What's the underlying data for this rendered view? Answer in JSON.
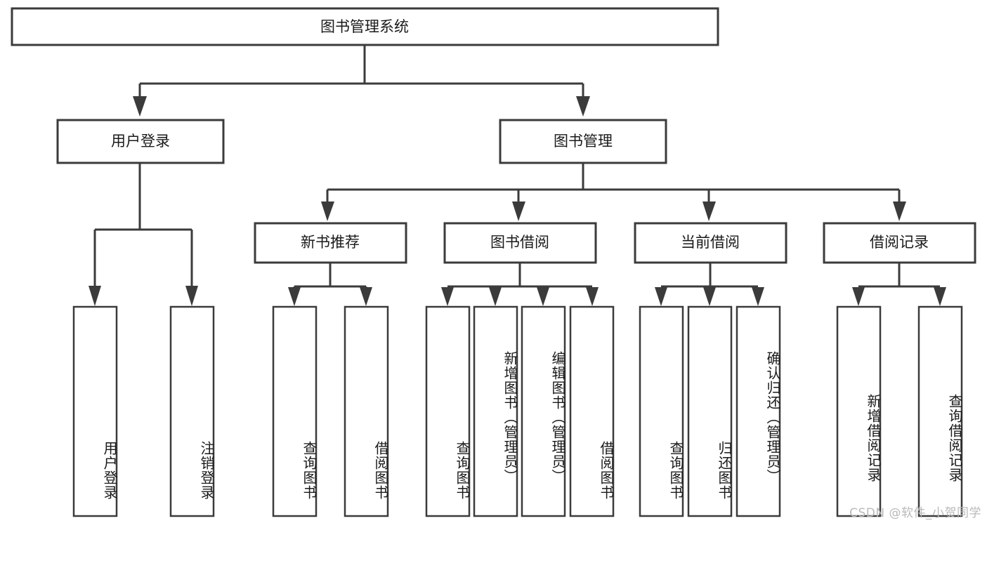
{
  "diagram": {
    "type": "tree",
    "title": "图书管理系统",
    "orientation": "top-down",
    "root": {
      "id": "root",
      "label": "图书管理系统"
    },
    "level2": [
      {
        "id": "user-login",
        "label": "用户登录"
      },
      {
        "id": "book-management",
        "label": "图书管理"
      }
    ],
    "level3": [
      {
        "id": "new-book-recommend",
        "label": "新书推荐",
        "parent": "book-management"
      },
      {
        "id": "book-borrow",
        "label": "图书借阅",
        "parent": "book-management"
      },
      {
        "id": "current-borrow",
        "label": "当前借阅",
        "parent": "book-management"
      },
      {
        "id": "borrow-record",
        "label": "借阅记录",
        "parent": "book-management"
      }
    ],
    "leaves": [
      {
        "id": "leaf-user-login",
        "label": "用户登录",
        "parent": "user-login"
      },
      {
        "id": "leaf-user-logout",
        "label": "注销登录",
        "parent": "user-login"
      },
      {
        "id": "leaf-query-book-1",
        "label": "查询图书",
        "parent": "new-book-recommend"
      },
      {
        "id": "leaf-borrow-book-1",
        "label": "借阅图书",
        "parent": "new-book-recommend"
      },
      {
        "id": "leaf-query-book-2",
        "label": "查询图书",
        "parent": "book-borrow"
      },
      {
        "id": "leaf-add-book",
        "label": "新增图书（管理员）",
        "parent": "book-borrow"
      },
      {
        "id": "leaf-edit-book",
        "label": "编辑图书（管理员）",
        "parent": "book-borrow"
      },
      {
        "id": "leaf-borrow-book-2",
        "label": "借阅图书",
        "parent": "book-borrow"
      },
      {
        "id": "leaf-query-book-3",
        "label": "查询图书",
        "parent": "current-borrow"
      },
      {
        "id": "leaf-return-book",
        "label": "归还图书",
        "parent": "current-borrow"
      },
      {
        "id": "leaf-confirm-return",
        "label": "确认归还（管理员）",
        "parent": "current-borrow"
      },
      {
        "id": "leaf-add-record",
        "label": "新增借阅记录",
        "parent": "borrow-record"
      },
      {
        "id": "leaf-query-record",
        "label": "查询借阅记录",
        "parent": "borrow-record"
      }
    ],
    "colors": {
      "stroke": "#3b3b3b",
      "fill": "#ffffff",
      "text": "#1a1a1a",
      "watermark": "#b9b9b9"
    }
  },
  "watermark": {
    "text": "CSDN @软件_小贺同学"
  }
}
